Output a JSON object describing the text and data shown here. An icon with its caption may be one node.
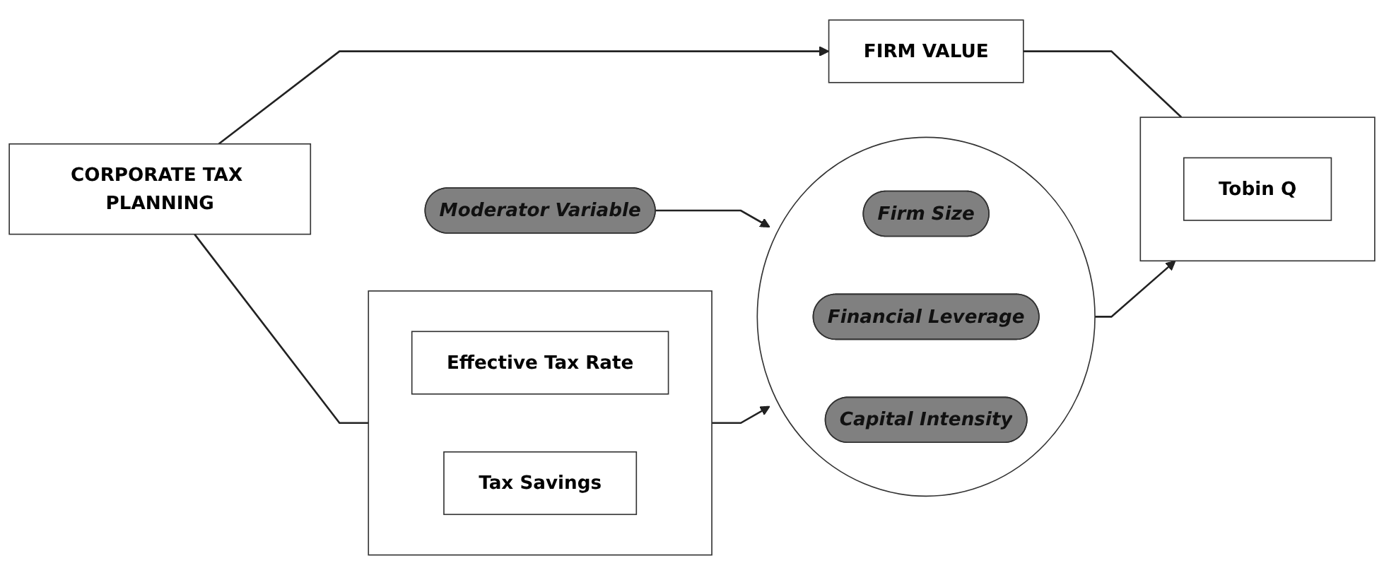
{
  "diagram": {
    "nodes": [
      {
        "text": [
          "CORPORATE TAX PLANNING"
        ]
      },
      {
        "text": [
          "Moderator Variable"
        ]
      },
      {
        "text": [
          "FIRM VALUE"
        ]
      },
      {
        "text": [],
        "shape": "box"
      },
      {
        "text": [
          "Effective Tax Rate"
        ],
        "in": 3
      },
      {
        "text": [
          "Tax Savings"
        ],
        "in": 3
      },
      {
        "text": [],
        "shape": "circle"
      },
      {
        "text": [
          "Firm Size"
        ],
        "in": 6
      },
      {
        "text": [
          "Financial Leverage"
        ],
        "in": 6
      },
      {
        "text": [
          "Capital Intensity"
        ],
        "in": 6
      },
      {
        "text": [],
        "shape": "box"
      },
      {
        "text": [
          "Tobin Q"
        ],
        "in": 10
      }
    ],
    "edges": [
      {
        "from": 0,
        "to": 2,
        "arrow": "to"
      },
      {
        "from": 1,
        "to": 6,
        "arrow": "to"
      },
      {
        "from": 0,
        "to": 3,
        "arrow": "none"
      },
      {
        "from": 2,
        "to": 10,
        "arrow": "none"
      },
      {
        "from": 3,
        "to": 6,
        "arrow": "to"
      },
      {
        "from": 6,
        "to": 10,
        "arrow": "to"
      }
    ]
  }
}
